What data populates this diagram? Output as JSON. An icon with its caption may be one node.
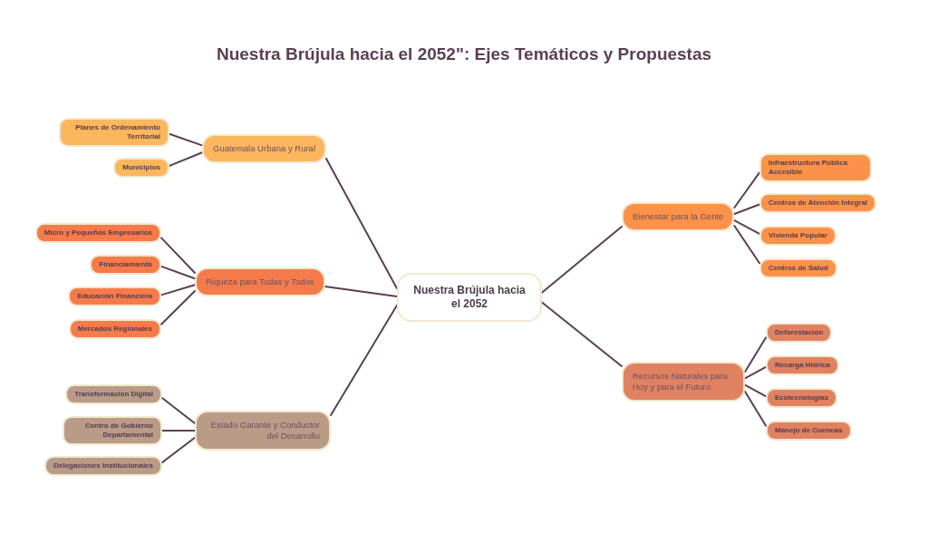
{
  "diagram": {
    "title": "Nuestra Brújula hacia el 2052\": Ejes Temáticos y Propuestas",
    "nodes": [
      {
        "text": [
          "Nuestra Brújula hacia el 2052"
        ]
      },
      {
        "text": [
          "Guatemala Urbana y Rural"
        ]
      },
      {
        "text": [
          "Planes de Ordenamiento Territorial"
        ]
      },
      {
        "text": [
          "Municipios"
        ]
      },
      {
        "text": [
          "Riqueza para Todas y Todos"
        ]
      },
      {
        "text": [
          "Micro y Pequeños Empresarios"
        ]
      },
      {
        "text": [
          "Financiamiento"
        ]
      },
      {
        "text": [
          "Educación Financiera"
        ]
      },
      {
        "text": [
          "Mercados Regionales"
        ]
      },
      {
        "text": [
          "Estado Garante y Conductor del Desarrollo"
        ]
      },
      {
        "text": [
          "Transformación Digital"
        ]
      },
      {
        "text": [
          "Centro de Gobierno Departamental"
        ]
      },
      {
        "text": [
          "Delegaciones Institucionales"
        ]
      },
      {
        "text": [
          "Bienestar para la Gente"
        ]
      },
      {
        "text": [
          "Infraestructura Pública Accesible"
        ]
      },
      {
        "text": [
          "Centros de Atención Integral"
        ]
      },
      {
        "text": [
          "Vivienda Popular"
        ]
      },
      {
        "text": [
          "Centros de Salud"
        ]
      },
      {
        "text": [
          "Recursos Naturales para Hoy y para el Futuro"
        ]
      },
      {
        "text": [
          "Deforestación"
        ]
      },
      {
        "text": [
          "Recarga Hídrica"
        ]
      },
      {
        "text": [
          "Ecotecnologías"
        ]
      },
      {
        "text": [
          "Manejo de Cuencas"
        ]
      }
    ],
    "edges": [
      {
        "from": 0,
        "to": 1,
        "arrow": "none"
      },
      {
        "from": 0,
        "to": 4,
        "arrow": "none"
      },
      {
        "from": 0,
        "to": 9,
        "arrow": "none"
      },
      {
        "from": 0,
        "to": 13,
        "arrow": "none"
      },
      {
        "from": 0,
        "to": 18,
        "arrow": "none"
      },
      {
        "from": 1,
        "to": 2,
        "arrow": "none"
      },
      {
        "from": 1,
        "to": 3,
        "arrow": "none"
      },
      {
        "from": 4,
        "to": 5,
        "arrow": "none"
      },
      {
        "from": 4,
        "to": 6,
        "arrow": "none"
      },
      {
        "from": 4,
        "to": 7,
        "arrow": "none"
      },
      {
        "from": 4,
        "to": 8,
        "arrow": "none"
      },
      {
        "from": 9,
        "to": 10,
        "arrow": "none"
      },
      {
        "from": 9,
        "to": 11,
        "arrow": "none"
      },
      {
        "from": 9,
        "to": 12,
        "arrow": "none"
      },
      {
        "from": 13,
        "to": 14,
        "arrow": "none"
      },
      {
        "from": 13,
        "to": 15,
        "arrow": "none"
      },
      {
        "from": 13,
        "to": 16,
        "arrow": "none"
      },
      {
        "from": 13,
        "to": 17,
        "arrow": "none"
      },
      {
        "from": 18,
        "to": 19,
        "arrow": "none"
      },
      {
        "from": 18,
        "to": 20,
        "arrow": "none"
      },
      {
        "from": 18,
        "to": 21,
        "arrow": "none"
      },
      {
        "from": 18,
        "to": 22,
        "arrow": "none"
      }
    ]
  }
}
